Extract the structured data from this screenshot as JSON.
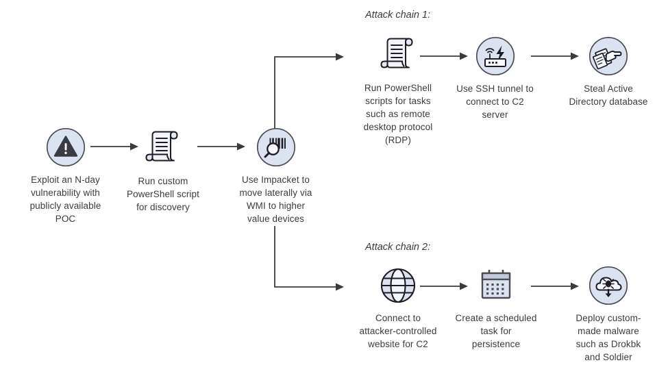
{
  "diagram": {
    "title": "Attack chain diagram",
    "background_color": "#ffffff",
    "text_color": "#3b3b3b",
    "stroke_color": "#3b3b3b",
    "icon_circle_fill": "#dbe2f0",
    "icon_circle_stroke": "#4b4b53",
    "icon_paper_fill": "#f2f4fa",
    "icon_accent_fill": "#c8d3ea"
  },
  "chain_titles": {
    "top": "Attack chain 1:",
    "bottom": "Attack chain 2:"
  },
  "nodes": {
    "exploit": {
      "label": "Exploit an N-day\nvulnerability with\npublicly available\nPOC",
      "icon": "warning-triangle-circle-icon"
    },
    "discovery": {
      "label": "Run custom\nPowerShell script\nfor discovery",
      "icon": "scroll-script-icon"
    },
    "impacket": {
      "label": "Use Impacket to\nmove laterally via\nWMI to higher\nvalue devices",
      "icon": "magnifier-barcode-circle-icon"
    },
    "powershell_tasks": {
      "label": "Run PowerShell\nscripts for tasks\nsuch as remote\ndesktop protocol\n(RDP)",
      "icon": "scroll-script-icon"
    },
    "ssh_tunnel": {
      "label": "Use SSH tunnel to\nconnect to C2\nserver",
      "icon": "router-wifi-bolt-circle-icon"
    },
    "steal_ad": {
      "label": "Steal Active\nDirectory database",
      "icon": "hand-grabbing-documents-circle-icon"
    },
    "website_c2": {
      "label": "Connect to\nattacker-controlled\nwebsite for C2",
      "icon": "globe-icon"
    },
    "scheduled_task": {
      "label": "Create a scheduled\ntask for\npersistence",
      "icon": "calendar-icon"
    },
    "deploy_malware": {
      "label": "Deploy custom-\nmade malware\nsuch as Drokbk\nand Soldier",
      "icon": "cloud-malware-download-circle-icon"
    }
  }
}
